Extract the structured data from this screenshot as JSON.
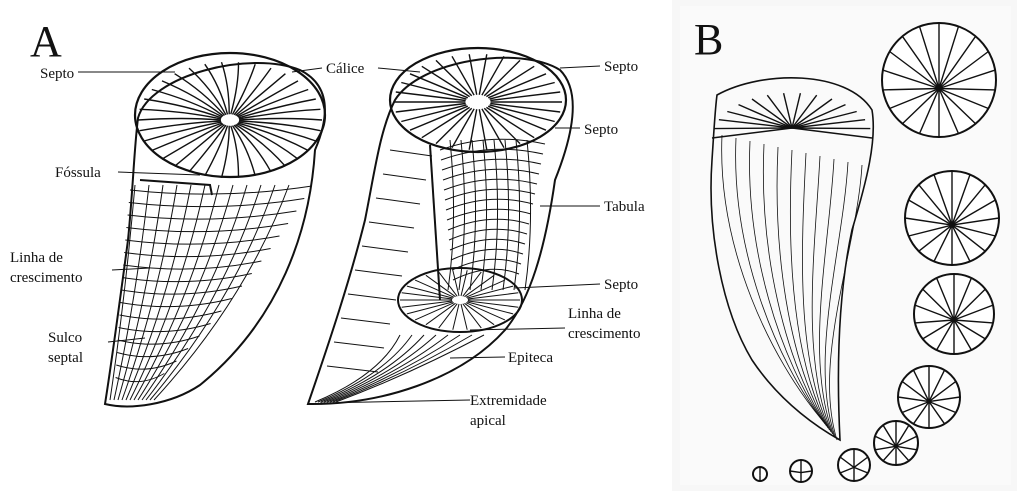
{
  "panels": {
    "a": {
      "letter": "A"
    },
    "b": {
      "letter": "B"
    }
  },
  "labels": {
    "left": {
      "septo": "Septo",
      "fossula": "Fóssula",
      "linha_1": "Linha de",
      "linha_2": "crescimento",
      "sulco_1": "Sulco",
      "sulco_2": "septal"
    },
    "middle": {
      "calice": "Cálice"
    },
    "right": {
      "septo_top": "Septo",
      "septo_mid": "Septo",
      "tabula": "Tabula",
      "septo_low": "Septo",
      "linha_1": "Linha de",
      "linha_2": "crescimento",
      "epiteca": "Epiteca",
      "extremidade_1": "Extremidade",
      "extremidade_2": "apical"
    }
  },
  "colors": {
    "ink": "#111111",
    "paper": "#ffffff"
  }
}
